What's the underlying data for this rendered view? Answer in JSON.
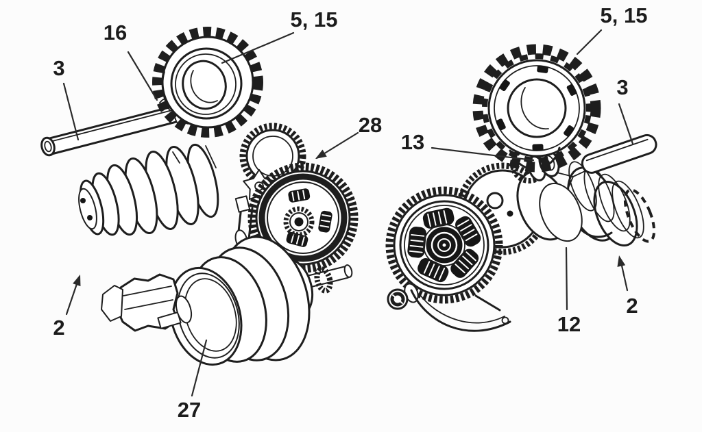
{
  "figure": {
    "type": "patent-technical-drawing",
    "colors": {
      "background": "#fcfcfc",
      "ink": "#1e1e1e",
      "dark_fill": "#161616"
    },
    "labels": [
      {
        "text": "3",
        "pointer": "plain-leader"
      },
      {
        "text": "16",
        "pointer": "plain-leader"
      },
      {
        "text": "5, 15",
        "pointer": "plain-leader"
      },
      {
        "text": "28",
        "pointer": "arrow"
      },
      {
        "text": "2",
        "pointer": "arrow"
      },
      {
        "text": "27",
        "pointer": "plain-leader"
      },
      {
        "text": "5, 15",
        "pointer": "plain-leader"
      },
      {
        "text": "3",
        "pointer": "plain-leader"
      },
      {
        "text": "13",
        "pointer": "plain-leader"
      },
      {
        "text": "12",
        "pointer": "plain-leader"
      },
      {
        "text": "2",
        "pointer": "arrow"
      }
    ]
  }
}
